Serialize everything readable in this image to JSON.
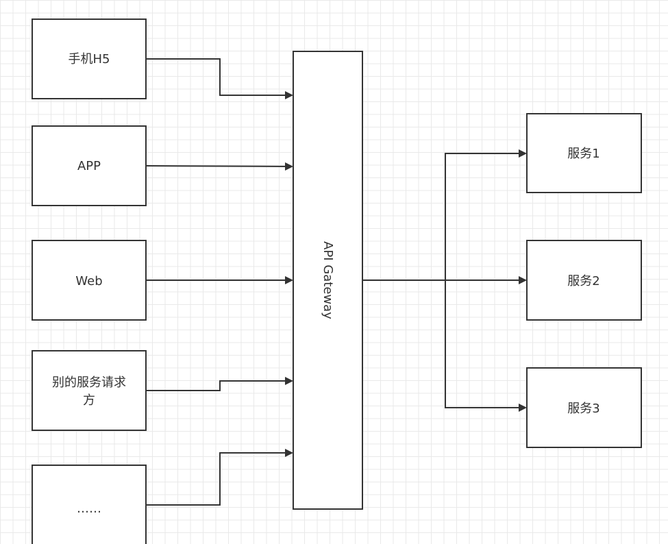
{
  "clients": [
    {
      "label": "手机H5"
    },
    {
      "label": "APP"
    },
    {
      "label": "Web"
    },
    {
      "label_line1": "别的服务请求",
      "label_line2": "方"
    },
    {
      "label": "……"
    }
  ],
  "gateway": {
    "label": "API Gateway"
  },
  "services": [
    {
      "label": "服务1"
    },
    {
      "label": "服务2"
    },
    {
      "label": "服务3"
    }
  ],
  "colors": {
    "stroke": "#333333",
    "grid": "#e9e9e9",
    "background": "#ffffff"
  }
}
